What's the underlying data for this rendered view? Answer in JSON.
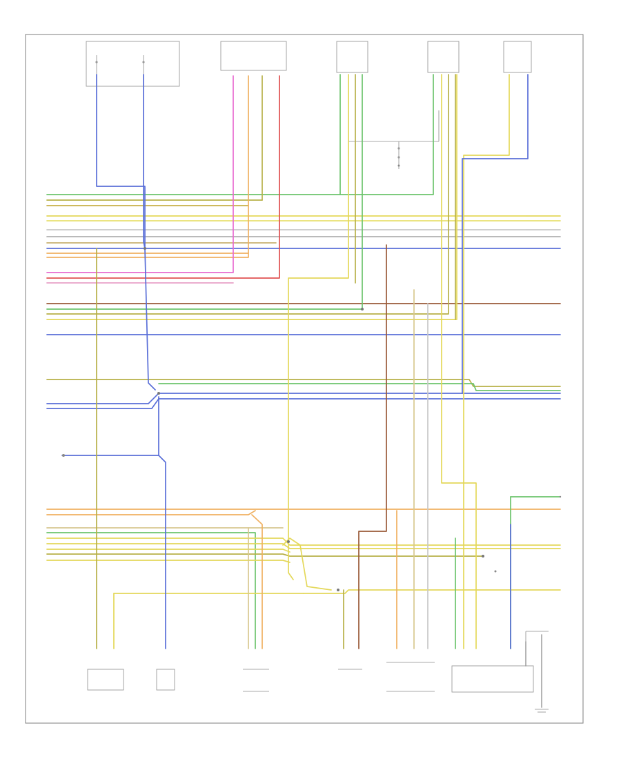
{
  "diagram": {
    "corner_label": "",
    "top_components": [
      {
        "id": "ignition-switch",
        "label": ""
      },
      {
        "id": "body-controller",
        "label": ""
      },
      {
        "id": "transfer-case-switch",
        "label": ""
      },
      {
        "id": "transmission-solenoid",
        "label": ""
      },
      {
        "id": "speed-sensor",
        "label": ""
      }
    ],
    "bottom_components": [
      {
        "id": "engine-coolant-temp-sensor",
        "label": ""
      },
      {
        "id": "power-steering-pressure-switch",
        "label": ""
      },
      {
        "id": "vehicle-speed-sensor",
        "label": ""
      },
      {
        "id": "oxygen-sensor",
        "label": ""
      },
      {
        "id": "oil-pressure-switch",
        "label": ""
      },
      {
        "id": "fuel-pump-module",
        "label": ""
      },
      {
        "id": "splice-ground",
        "label": ""
      }
    ],
    "colors": {
      "wire_green": "#6cc46c",
      "wire_yellow": "#e4d85a",
      "wire_olive": "#b8b048",
      "wire_blue": "#5a6fd8",
      "wire_red": "#e05050",
      "wire_pink": "#e86ad0",
      "wire_orange": "#f0b060",
      "wire_brown": "#9a5a38",
      "wire_tan": "#d8c890",
      "wire_gray": "#a8a8a8",
      "frame": "#888888"
    }
  }
}
